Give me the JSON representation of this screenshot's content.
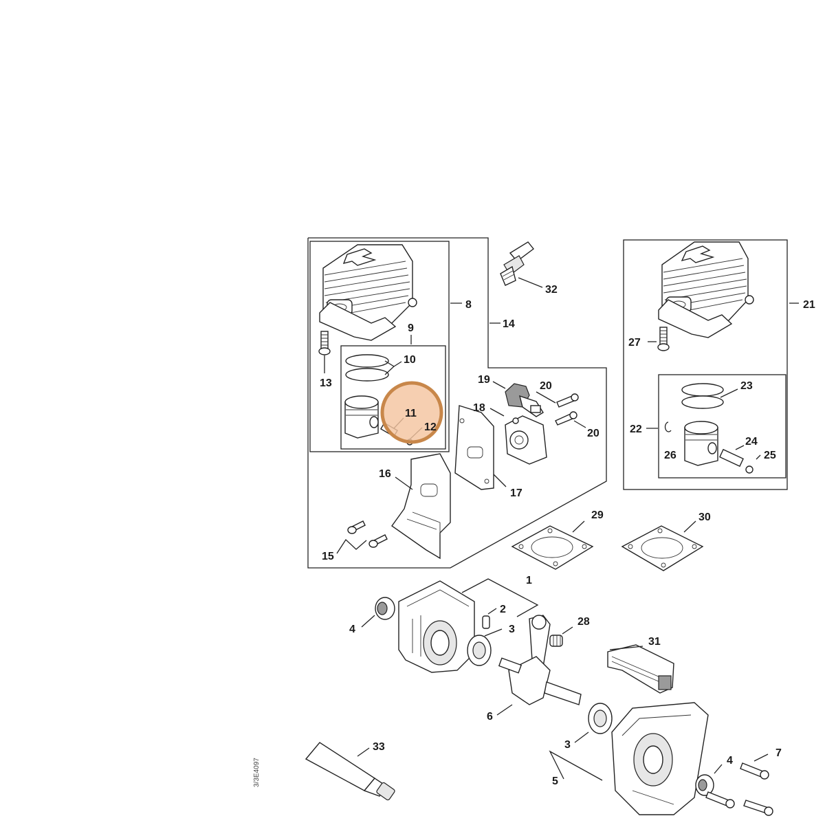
{
  "diagram": {
    "callouts": {
      "c1": "1",
      "c2": "2",
      "c3a": "3",
      "c3b": "3",
      "c4a": "4",
      "c4b": "4",
      "c5": "5",
      "c6": "6",
      "c7": "7",
      "c8": "8",
      "c9": "9",
      "c10": "10",
      "c11": "11",
      "c12": "12",
      "c13": "13",
      "c14": "14",
      "c15": "15",
      "c16": "16",
      "c17": "17",
      "c18": "18",
      "c19": "19",
      "c20a": "20",
      "c20b": "20",
      "c21": "21",
      "c22": "22",
      "c23": "23",
      "c24": "24",
      "c25": "25",
      "c26": "26",
      "c27": "27",
      "c28": "28",
      "c29": "29",
      "c30": "30",
      "c31": "31",
      "c32": "32",
      "c33": "33"
    },
    "side_code": "3/3E4097",
    "highlight": {
      "color": "#c8874a",
      "fill": "#f4c4a0",
      "target": "11"
    }
  }
}
